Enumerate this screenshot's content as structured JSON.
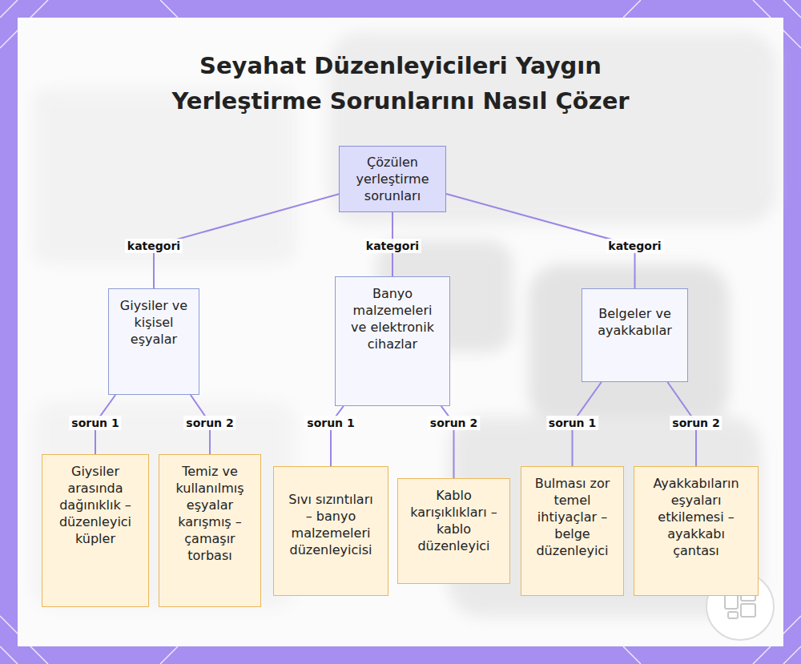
{
  "diagram": {
    "title": "Seyahat Düzenleyicileri Yaygın Yerleştirme Sorunlarını Nasıl Çözer",
    "nodes": [
      {
        "text": [
          "Çözülen yerleştirme sorunları"
        ]
      },
      {
        "text": [
          "Giysiler ve kişisel eşyalar"
        ]
      },
      {
        "text": [
          "Banyo malzemeleri ve elektronik cihazlar"
        ]
      },
      {
        "text": [
          "Belgeler ve ayakkabılar"
        ]
      },
      {
        "text": [
          "Giysiler arasında dağınıklık – düzenleyici küpler"
        ]
      },
      {
        "text": [
          "Temiz ve kullanılmış eşyalar karışmış – çamaşır torbası"
        ]
      },
      {
        "text": [
          "Sıvı sızıntıları – banyo malzemeleri düzenleyicisi"
        ]
      },
      {
        "text": [
          "Kablo karışıklıkları – kablo düzenleyici"
        ]
      },
      {
        "text": [
          "Bulması zor temel ihtiyaçlar – belge düzenleyici"
        ]
      },
      {
        "text": [
          "Ayakkabıların eşyaları etkilemesi – ayakkabı çantası"
        ]
      }
    ],
    "edges": [
      {
        "from": 0,
        "to": 1,
        "label": "kategori",
        "arrow": "none"
      },
      {
        "from": 0,
        "to": 2,
        "label": "kategori",
        "arrow": "none"
      },
      {
        "from": 0,
        "to": 3,
        "label": "kategori",
        "arrow": "none"
      },
      {
        "from": 1,
        "to": 4,
        "label": "sorun 1",
        "arrow": "none"
      },
      {
        "from": 1,
        "to": 5,
        "label": "sorun 2",
        "arrow": "none"
      },
      {
        "from": 2,
        "to": 6,
        "label": "sorun 1",
        "arrow": "none"
      },
      {
        "from": 2,
        "to": 7,
        "label": "sorun 2",
        "arrow": "none"
      },
      {
        "from": 3,
        "to": 8,
        "label": "sorun 1",
        "arrow": "none"
      },
      {
        "from": 3,
        "to": 9,
        "label": "sorun 2",
        "arrow": "none"
      }
    ]
  }
}
